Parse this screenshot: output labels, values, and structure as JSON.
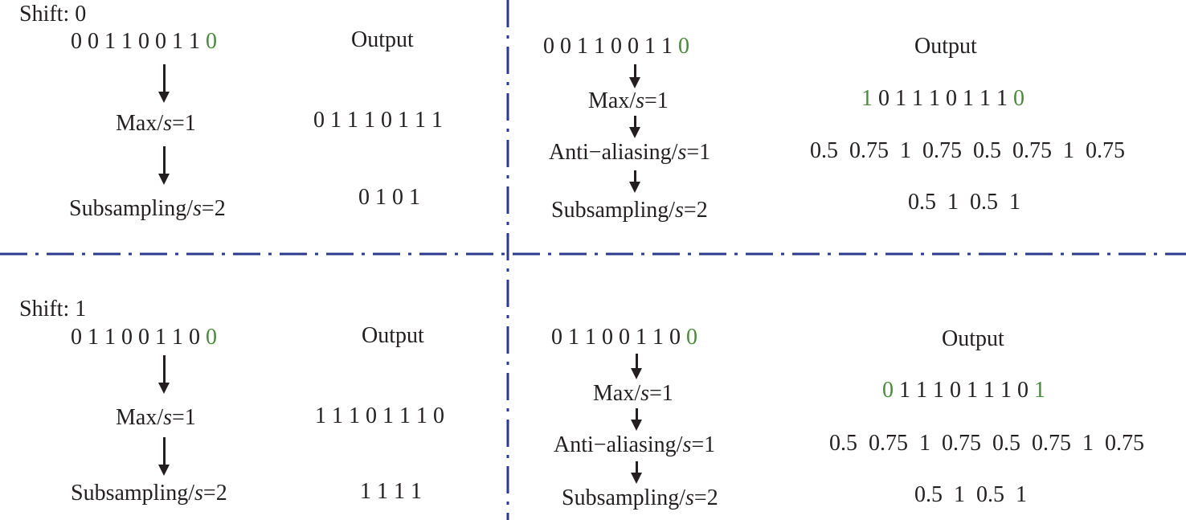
{
  "colors": {
    "highlight": "#4a8a3a",
    "divider": "#2b3a8f",
    "text": "#231f20"
  },
  "top_left": {
    "shift_label": "Shift: 0",
    "input_main": "0 0 1 1 0 0 1 1",
    "input_last": "0",
    "output_header": "Output",
    "step1": {
      "prefix": "Max/",
      "var": "s",
      "suffix": "=1",
      "output": "0 1 1 1 0 1 1 1"
    },
    "step2": {
      "prefix": "Subsampling/",
      "var": "s",
      "suffix": "=2",
      "output": "0 1 0 1"
    }
  },
  "top_right": {
    "input_main": "0 0 1 1 0 0 1 1",
    "input_last": "0",
    "output_header": "Output",
    "step1": {
      "prefix": "Max/",
      "var": "s",
      "suffix": "=1",
      "out_first": "1",
      "out_mid": "0 1 1 1 0 1 1 1",
      "out_last": "0"
    },
    "step2": {
      "prefix": "Anti−aliasing/",
      "var": "s",
      "suffix": "=1",
      "output": "0.5  0.75  1  0.75  0.5  0.75  1  0.75"
    },
    "step3": {
      "prefix": "Subsampling/",
      "var": "s",
      "suffix": "=2",
      "output": "0.5  1  0.5  1"
    }
  },
  "bottom_left": {
    "shift_label": "Shift: 1",
    "input_main": "0 1 1 0 0 1 1 0",
    "input_last": "0",
    "output_header": "Output",
    "step1": {
      "prefix": "Max/",
      "var": "s",
      "suffix": "=1",
      "output": "1 1 1 0 1 1 1 0"
    },
    "step2": {
      "prefix": "Subsampling/",
      "var": "s",
      "suffix": "=2",
      "output": "1 1 1 1"
    }
  },
  "bottom_right": {
    "input_main": "0 1 1 0 0 1 1 0",
    "input_last": "0",
    "output_header": "Output",
    "step1": {
      "prefix": "Max/",
      "var": "s",
      "suffix": "=1",
      "out_first": "0",
      "out_mid": "1 1 1 0 1 1 1 0",
      "out_last": "1"
    },
    "step2": {
      "prefix": "Anti−aliasing/",
      "var": "s",
      "suffix": "=1",
      "output": "0.5  0.75  1  0.75  0.5  0.75  1  0.75"
    },
    "step3": {
      "prefix": "Subsampling/",
      "var": "s",
      "suffix": "=2",
      "output": "0.5  1  0.5  1"
    }
  }
}
